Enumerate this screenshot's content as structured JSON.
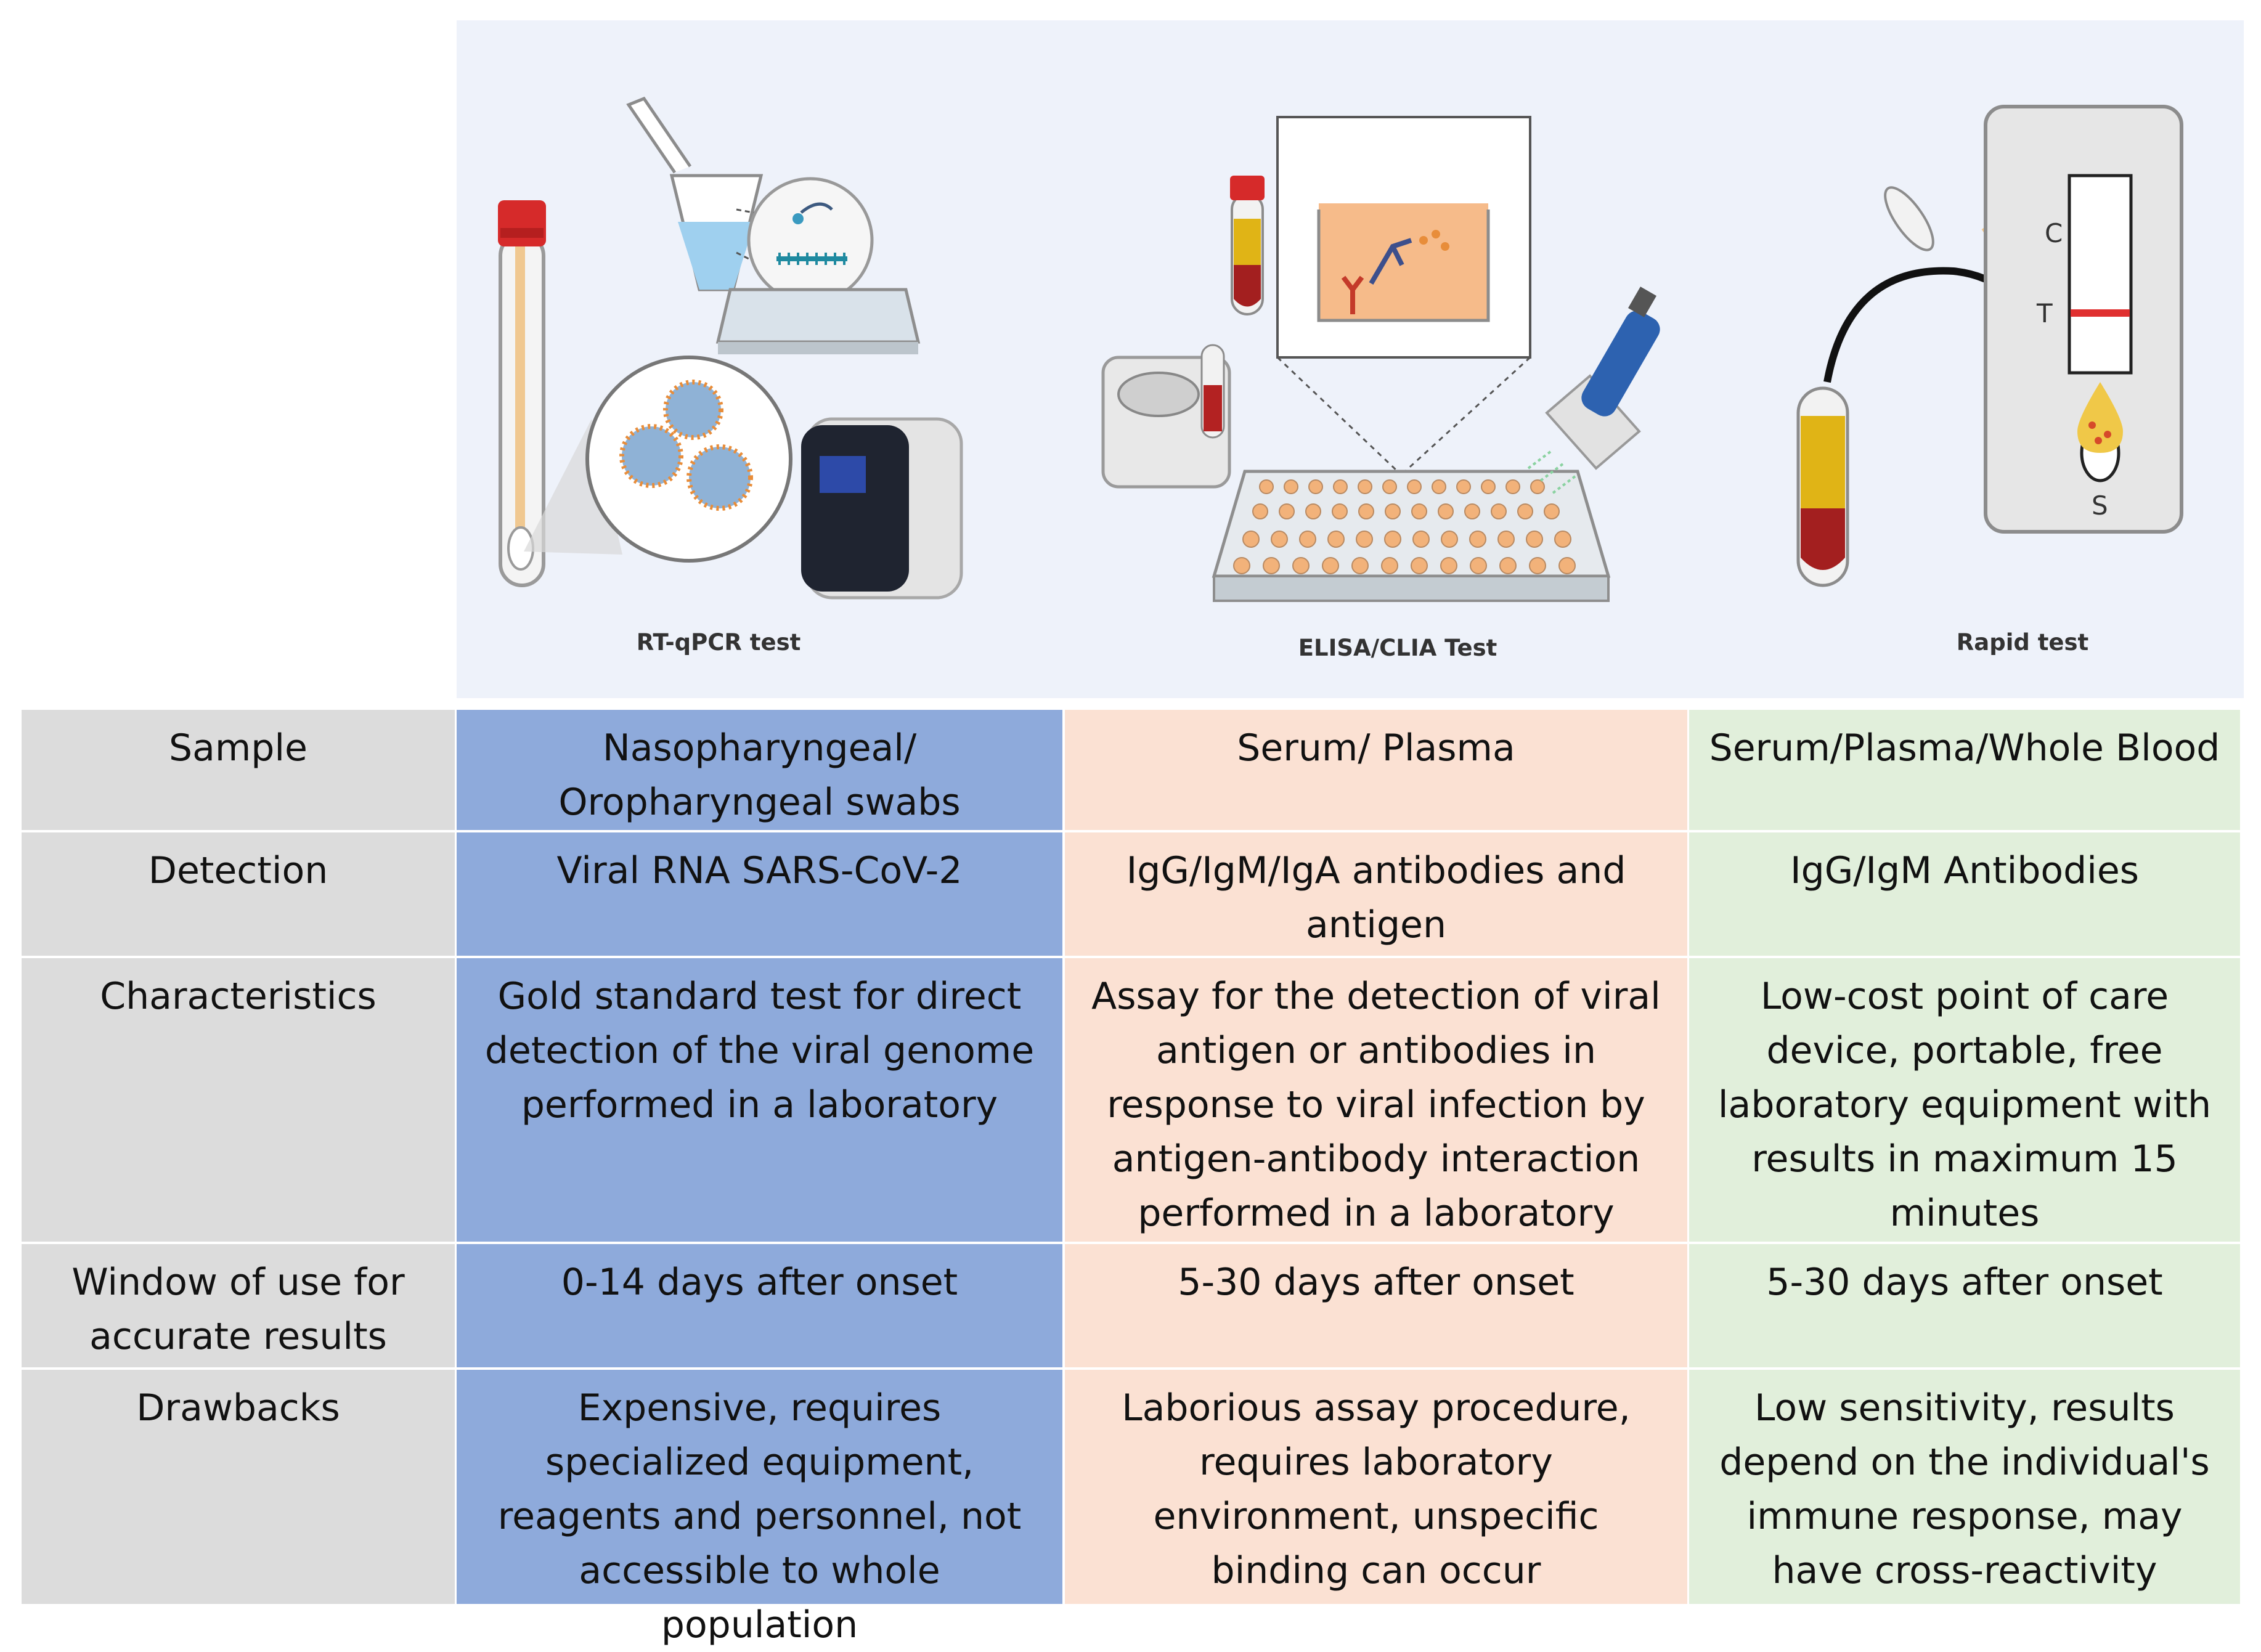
{
  "illustration": {
    "captions": {
      "rtqpcr": "RT-qPCR test",
      "elisa": "ELISA/CLIA Test",
      "rapid": "Rapid test"
    },
    "cassette_labels": {
      "c": "C",
      "t": "T",
      "s": "S"
    }
  },
  "table": {
    "rows": [
      {
        "label": "Sample",
        "rtqpcr": "Nasopharyngeal/ Oropharyngeal swabs",
        "elisa": "Serum/ Plasma",
        "rapid": "Serum/Plasma/Whole Blood"
      },
      {
        "label": "Detection",
        "rtqpcr": "Viral RNA SARS-CoV-2",
        "elisa": "IgG/IgM/IgA antibodies and antigen",
        "rapid": "IgG/IgM Antibodies"
      },
      {
        "label": "Characteristics",
        "rtqpcr": "Gold standard test for direct detection of the viral genome performed in a laboratory",
        "elisa": "Assay for the detection of viral antigen or antibodies in response to viral infection by antigen-antibody interaction performed in a laboratory",
        "rapid": "Low-cost point of care device, portable, free laboratory equipment with results in maximum 15 minutes"
      },
      {
        "label": "Window of use for accurate results",
        "rtqpcr": "0-14 days after onset",
        "elisa": "5-30 days after onset",
        "rapid": "5-30 days after onset"
      },
      {
        "label": "Drawbacks",
        "rtqpcr": "Expensive, requires specialized equipment, reagents and personnel, not accessible to whole population",
        "elisa": "Laborious assay procedure, requires laboratory environment, unspecific binding can occur",
        "rapid": "Low sensitivity, results depend on the individual's immune response, may have cross-reactivity"
      }
    ]
  },
  "colors": {
    "label_column": "#dcdcdc",
    "rtqpcr_column": "#8eaadb",
    "elisa_column": "#fbe1d3",
    "rapid_column": "#e1efdb",
    "illustration_background": "#eef2fa"
  }
}
